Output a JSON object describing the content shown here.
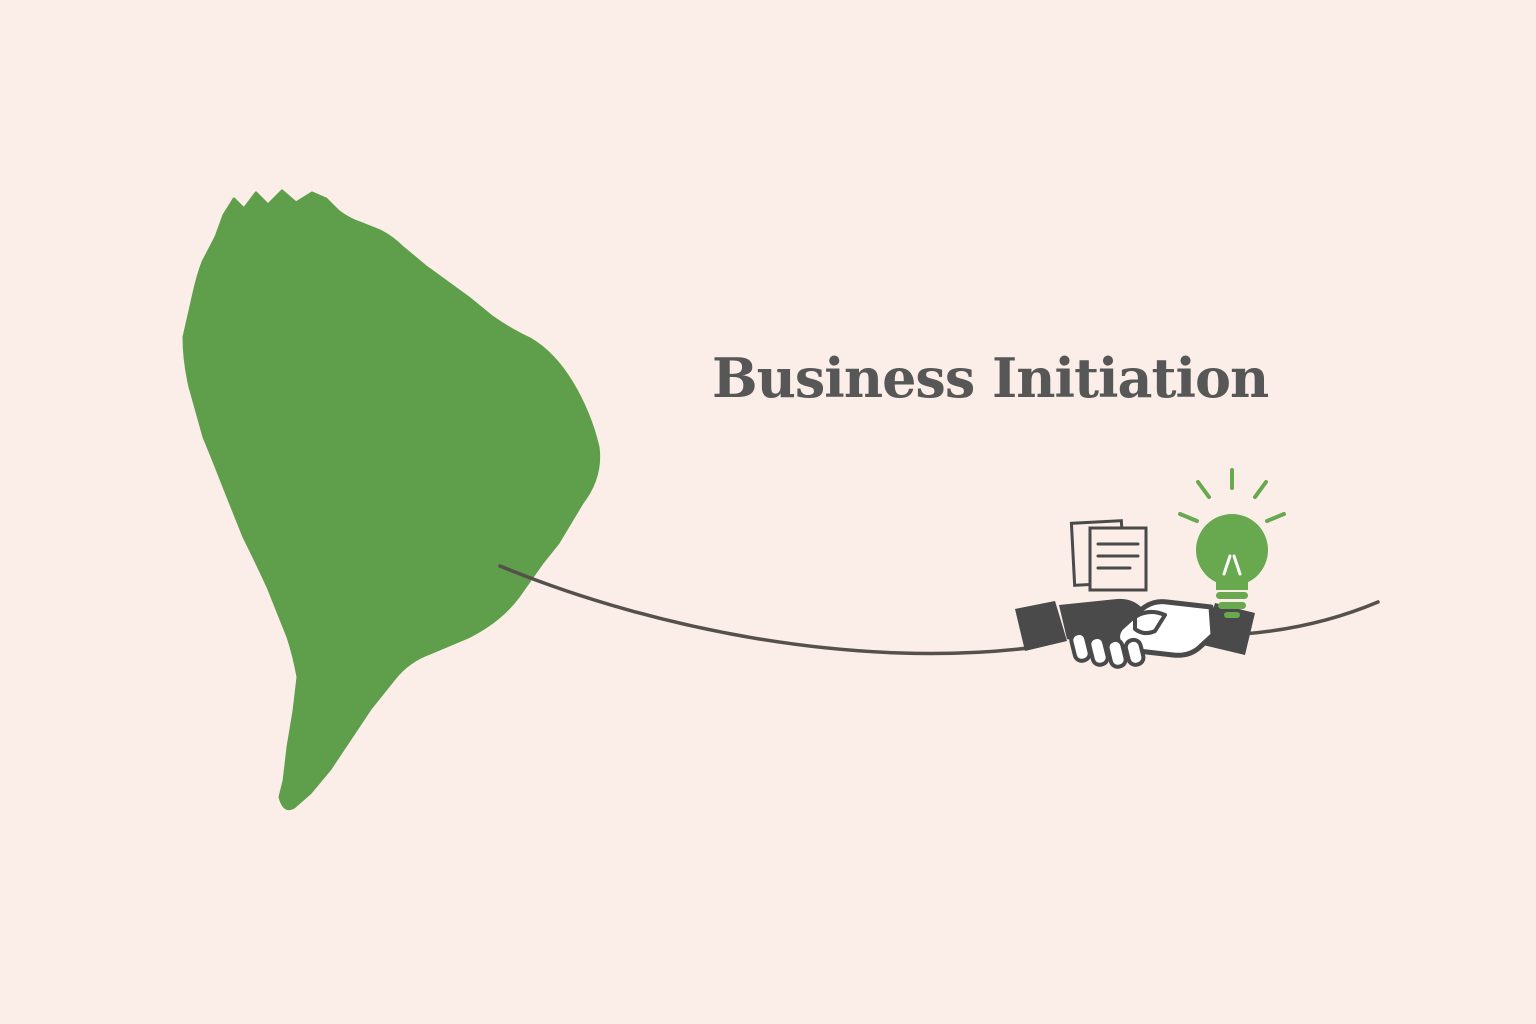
{
  "illustration": {
    "title": "Business Initiation",
    "colors": {
      "background": "#fbeee8",
      "map_green": "#5f9e4a",
      "bulb_green": "#68a84e",
      "line_gray": "#55504b",
      "icon_dark_gray": "#4a4a4a",
      "title_gray": "#575757"
    },
    "elements": [
      {
        "name": "south-america-map-icon",
        "description": "green silhouette of South America continent"
      },
      {
        "name": "connector-line",
        "description": "curved line from map toward handshake and continuing right"
      },
      {
        "name": "handshake-icon",
        "description": "two hands shaking, dark gray sleeves"
      },
      {
        "name": "document-icon",
        "description": "outlined overlapping pages with text lines"
      },
      {
        "name": "lightbulb-icon",
        "description": "green light bulb with rays above handshake"
      }
    ]
  }
}
